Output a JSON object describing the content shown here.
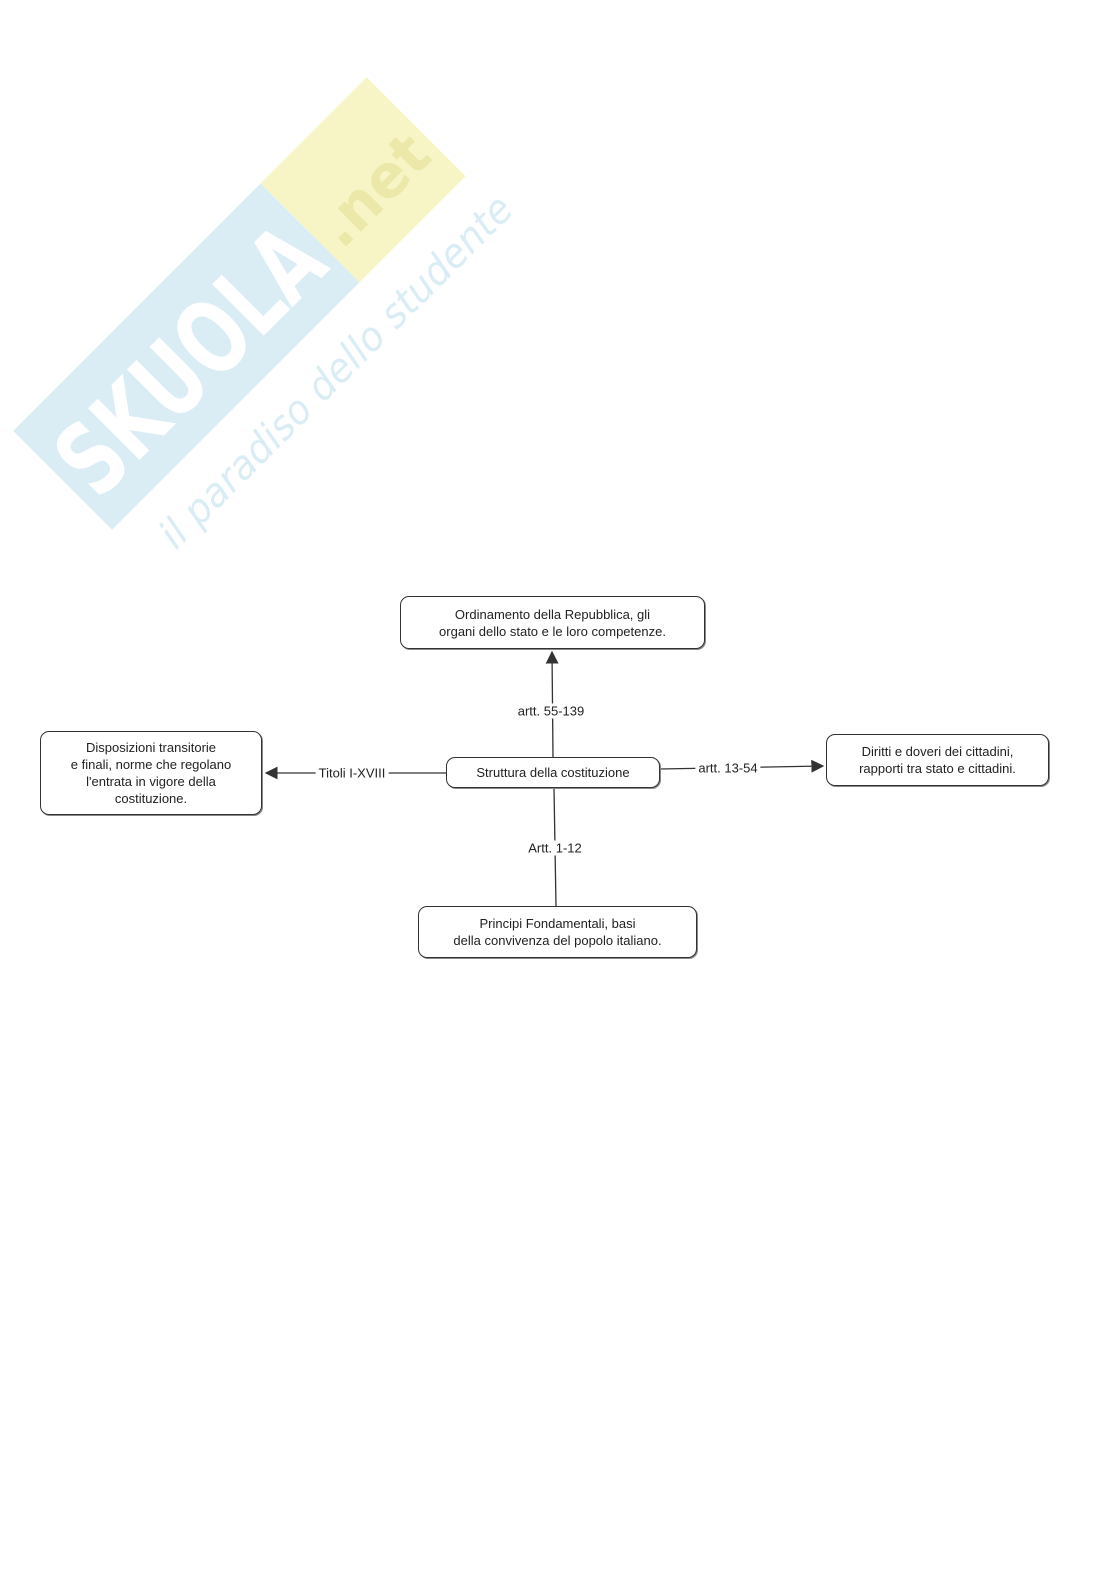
{
  "watermark": {
    "brand": "SKUOLA.net",
    "tagline": "il paradiso dello studente",
    "colors": {
      "blue": "#cfe8f3",
      "yellow": "#f6f4b8"
    }
  },
  "diagram": {
    "center": "Struttura della costituzione",
    "nodes": {
      "top": "Ordinamento della Repubblica, gli\norgani dello stato e le loro competenze.",
      "left": "Disposizioni transitorie\ne finali, norme che regolano\nl'entrata in vigore della\ncostituzione.",
      "right": "Diritti e doveri dei cittadini,\nrapporti tra stato e cittadini.",
      "bottom": "Principi Fondamentali, basi\ndella convivenza del popolo italiano."
    },
    "edges": {
      "top": "artt. 55-139",
      "left": "Titoli I-XVIII",
      "right": "artt. 13-54",
      "bottom": "Artt. 1-12"
    }
  }
}
